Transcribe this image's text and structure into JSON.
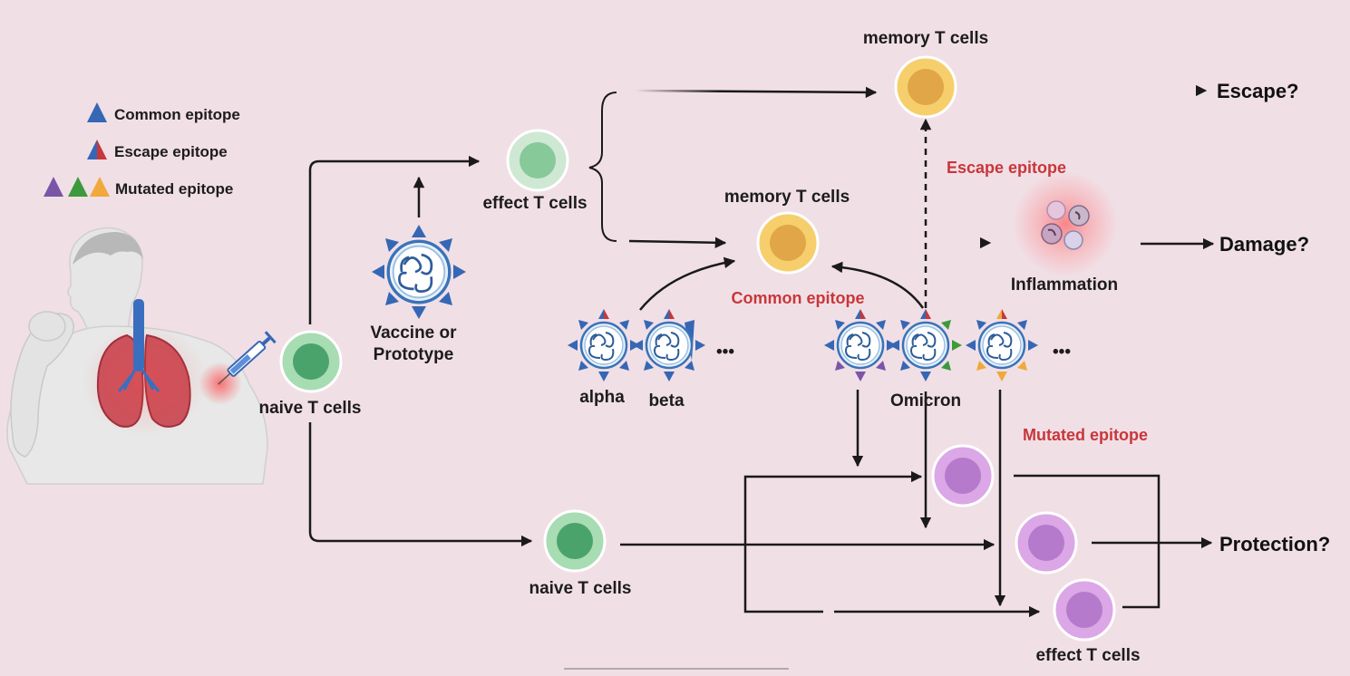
{
  "legend": {
    "common": "Common epitope",
    "escape": "Escape epitope",
    "mutated": "Mutated epitope"
  },
  "labels": {
    "naive_left": "naive T cells",
    "naive_bottom": "naive T cells",
    "effect_top": "effect T cells",
    "effect_bottom": "effect T cells",
    "memory_top": "memory T cells",
    "memory_mid": "memory T cells",
    "vaccine_line1": "Vaccine or",
    "vaccine_line2": "Prototype",
    "alpha": "alpha",
    "beta": "beta",
    "omicron": "Omicron",
    "dots": "•••",
    "inflammation": "Inflammation",
    "common_epitope": "Common epitope",
    "escape_epitope": "Escape epitope",
    "mutated_epitope": "Mutated epitope"
  },
  "outcomes": {
    "escape": "Escape?",
    "damage": "Damage?",
    "protection": "Protection?"
  },
  "colors": {
    "background": "#f1dfe6",
    "epitope_blue": "#3567b5",
    "epitope_red": "#c8373a",
    "epitope_purple": "#7a55a8",
    "epitope_green": "#3c9a3c",
    "epitope_orange": "#f0a93a",
    "naive_cell": "#8fcf9a",
    "effect_cell_green": "#b8e0c2",
    "memory_cell": "#f4c25a",
    "mutated_cell": "#d19be0",
    "red_label": "#c8373a"
  }
}
